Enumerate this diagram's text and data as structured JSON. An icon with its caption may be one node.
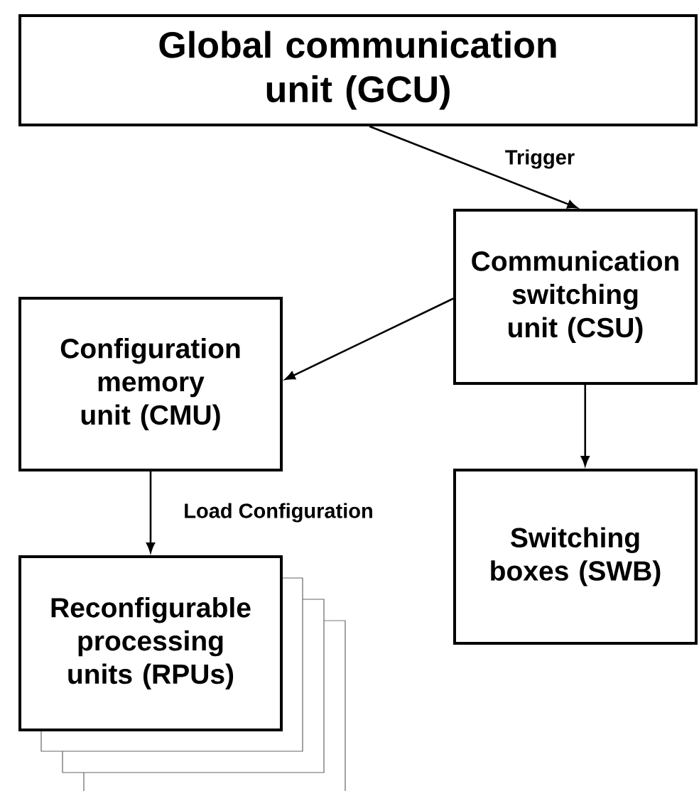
{
  "diagram": {
    "nodes": [
      {
        "text": [
          "Global communication unit (GCU)"
        ]
      },
      {
        "text": [
          "Communication switching unit (CSU)"
        ]
      },
      {
        "text": [
          "Configuration memory unit (CMU)"
        ]
      },
      {
        "text": [
          "Reconfigurable processing units (RPUs)"
        ]
      },
      {
        "text": [
          "Switching boxes (SWB)"
        ]
      }
    ],
    "edges": [
      {
        "from": 0,
        "to": 1,
        "arrow": "to",
        "label": "Trigger"
      },
      {
        "from": 1,
        "to": 2,
        "arrow": "to"
      },
      {
        "from": 1,
        "to": 4,
        "arrow": "to"
      },
      {
        "from": 2,
        "to": 3,
        "arrow": "to",
        "label": "Load Configuration"
      }
    ]
  }
}
